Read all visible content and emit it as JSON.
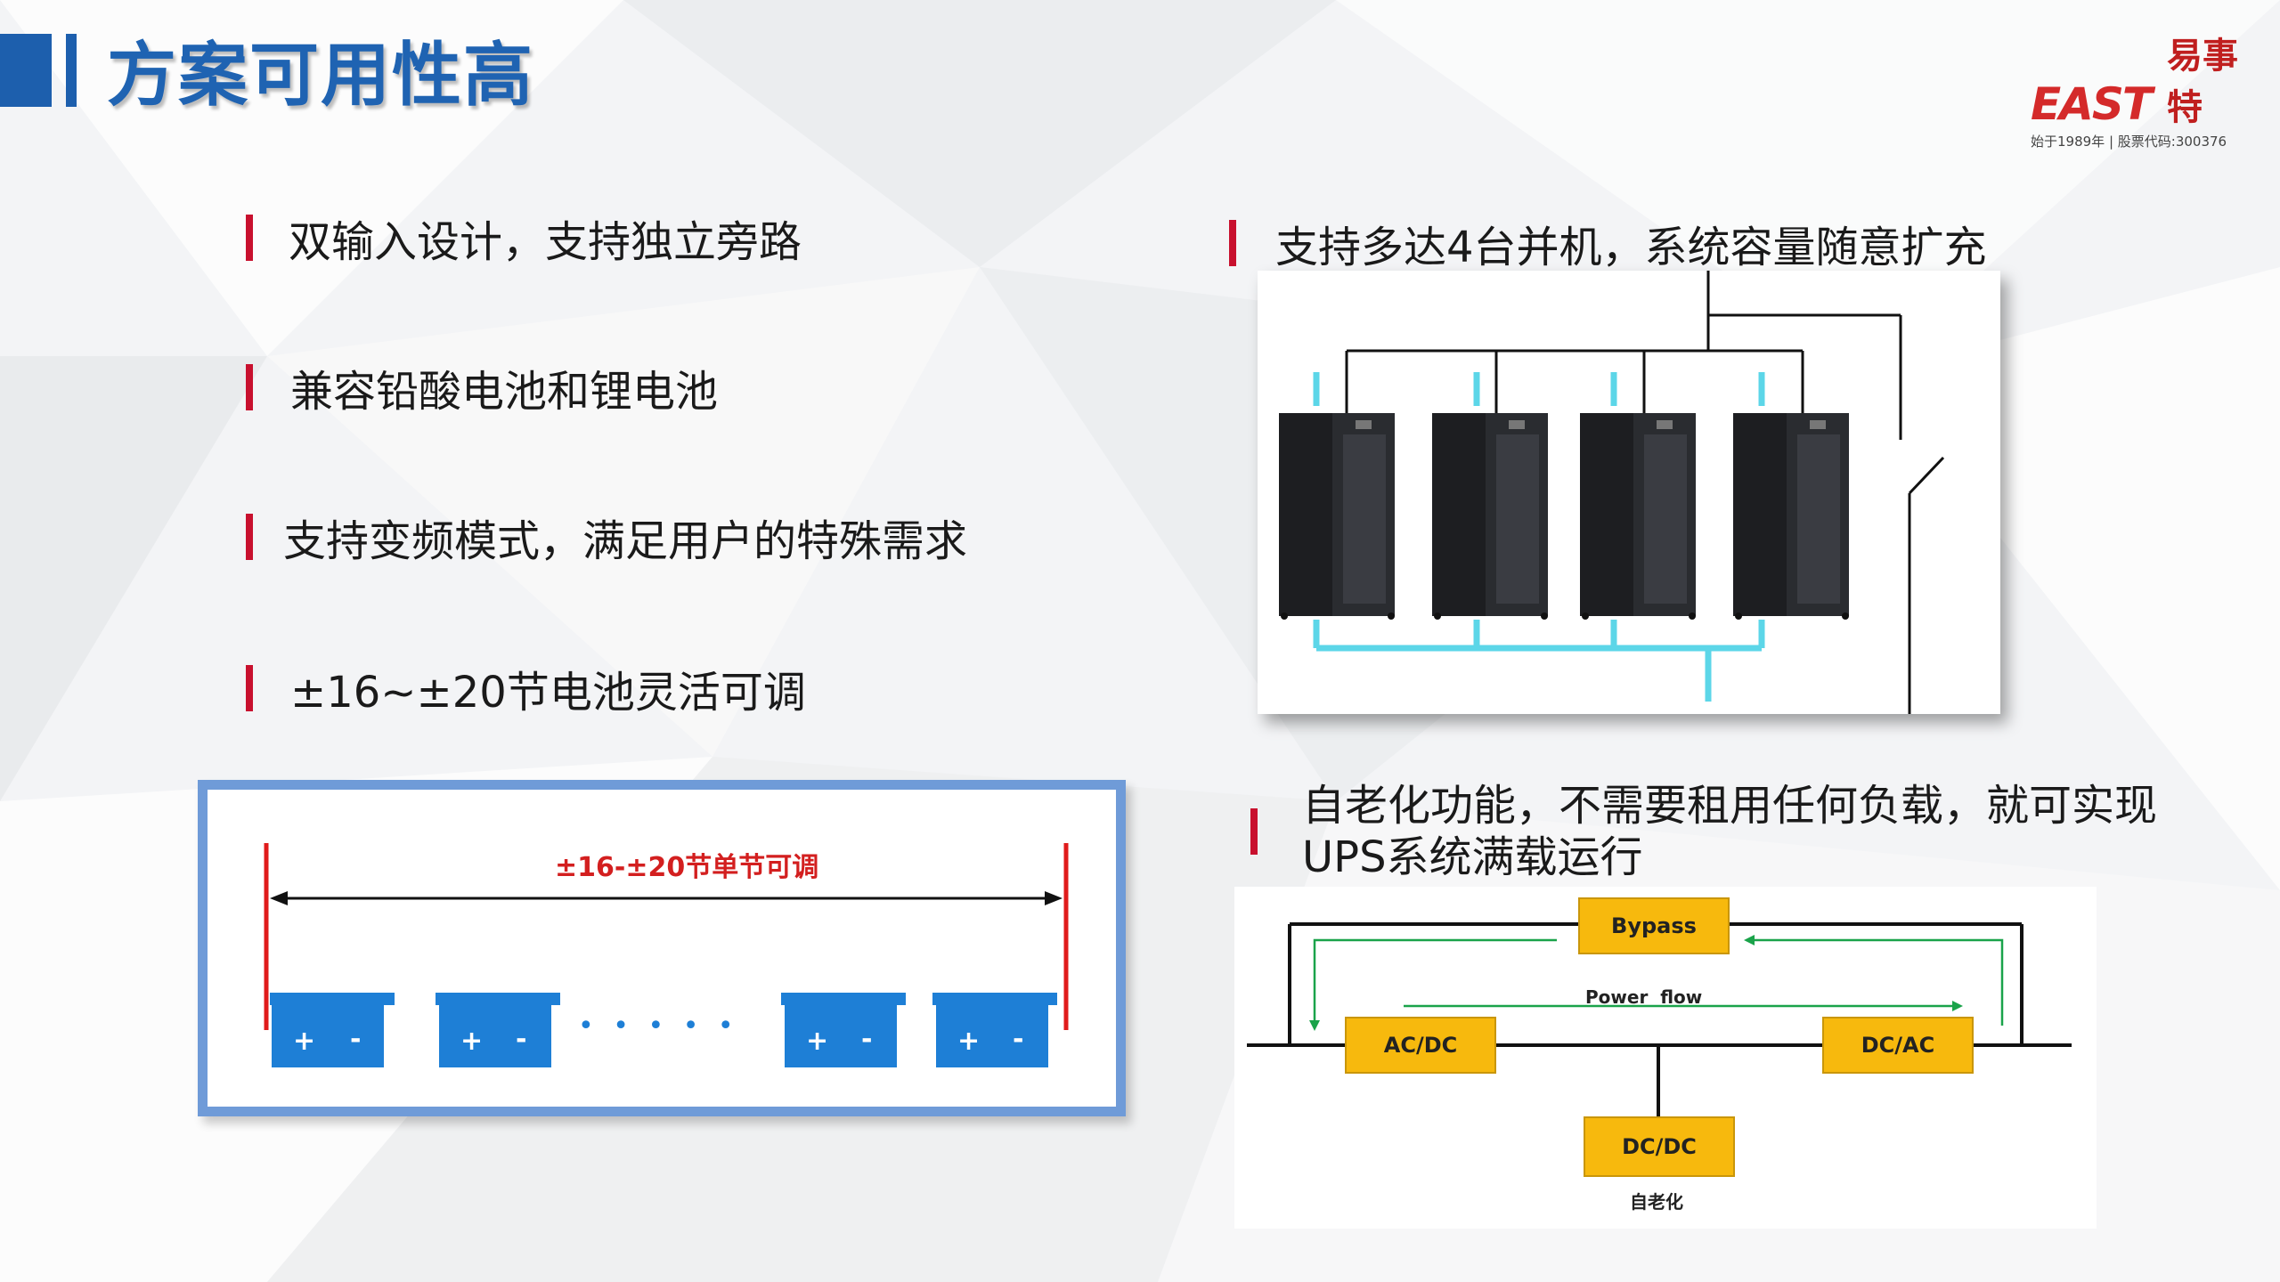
{
  "header": {
    "title": "方案可用性高",
    "logo_text": "EAST",
    "logo_cn": "易事特",
    "logo_sub": "始于1989年 | 股票代码:300376"
  },
  "bullets_left": [
    "双输入设计，支持独立旁路",
    "兼容铅酸电池和锂电池",
    "支持变频模式，满足用户的特殊需求",
    " ±16~±20节电池灵活可调"
  ],
  "bullets_right": [
    "支持多达4台并机，系统容量随意扩充",
    "自老化功能，不需要租用任何负载，就可实现UPS系统满载运行"
  ],
  "battery_diagram": {
    "label": "±16-±20节单节可调",
    "dots": "• • • • •"
  },
  "flow_diagram": {
    "bypass": "Bypass",
    "acdc": "AC/DC",
    "dcac": "DC/AC",
    "dcdc": "DC/DC",
    "power_flow": "Power  flow",
    "caption": "自老化"
  },
  "colors": {
    "brand_blue": "#1d5fad",
    "accent_red": "#c8102e",
    "box_yellow": "#f7b90d",
    "cyan_line": "#5cd6e8",
    "flow_green": "#1aa34a"
  }
}
